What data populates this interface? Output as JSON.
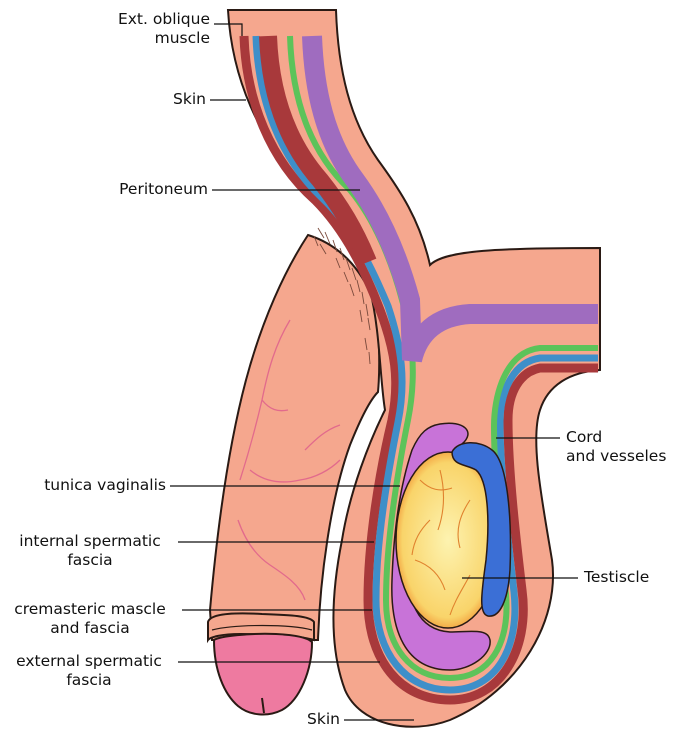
{
  "colors": {
    "skin": "#f5a78e",
    "skin_outline": "#2a1a14",
    "fascia_dark": "#a8393b",
    "fascia_blue": "#3e8fc9",
    "fascia_green": "#5cc35a",
    "fascia_purple": "#9f6cbf",
    "tunica": "#c873d8",
    "testicle_core": "#fdf3b0",
    "testicle_edge": "#f08a2c",
    "vessel": "#3b6fd6",
    "glans": "#ee7aa0",
    "label_line": "#111111"
  },
  "labels": {
    "ext_oblique": [
      "Ext. oblique",
      "muscle"
    ],
    "skin_top": "Skin",
    "peritoneum": "Peritoneum",
    "cord": [
      "Cord",
      "and vesseles"
    ],
    "tunica": "tunica vaginalis",
    "internal": [
      "internal spermatic",
      "fascia"
    ],
    "testicle": "Testiscle",
    "cremasteric": [
      "cremasteric mascle",
      "and fascia"
    ],
    "external": [
      "external spermatic",
      "fascia"
    ],
    "skin_bottom": "Skin"
  }
}
